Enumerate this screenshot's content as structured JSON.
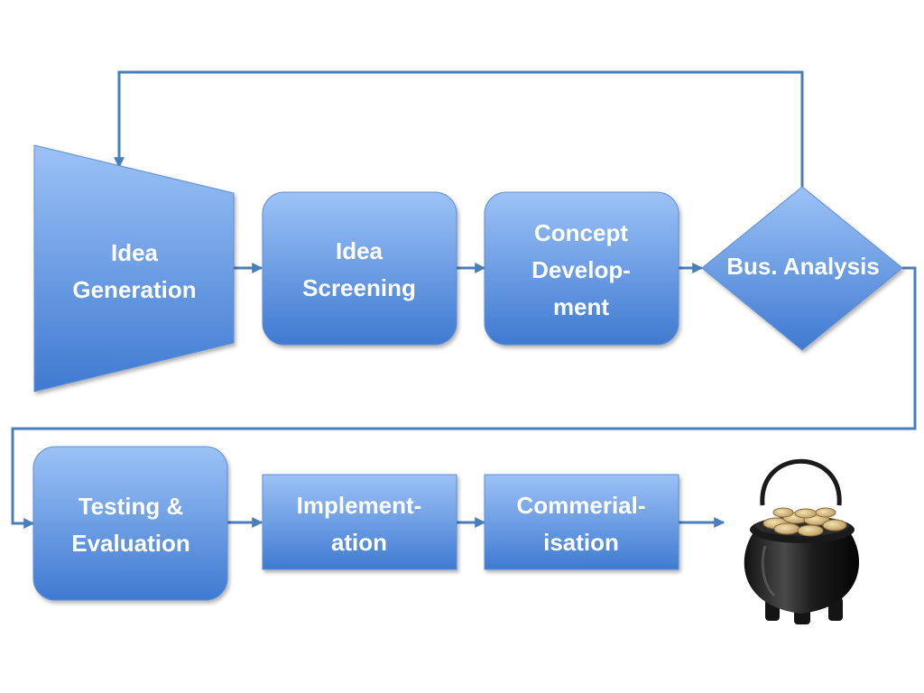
{
  "diagram": {
    "nodes": {
      "idea_generation": {
        "line1": "Idea",
        "line2": "Generation"
      },
      "idea_screening": {
        "line1": "Idea",
        "line2": "Screening"
      },
      "concept_development": {
        "line1": "Concept",
        "line2": "Develop-",
        "line3": "ment"
      },
      "bus_analysis": {
        "label": "Bus. Analysis"
      },
      "testing_evaluation": {
        "line1": "Testing &",
        "line2": "Evaluation"
      },
      "implementation": {
        "line1": "Implement-",
        "line2": "ation"
      },
      "commercialisation": {
        "line1": "Commerial-",
        "line2": "isation"
      }
    },
    "end_image": {
      "icon": "pot-of-gold-icon"
    },
    "colors": {
      "node_fill_top": "#9cc2f7",
      "node_fill_bottom": "#3f7ad1",
      "connector": "#4a7ebb"
    }
  }
}
